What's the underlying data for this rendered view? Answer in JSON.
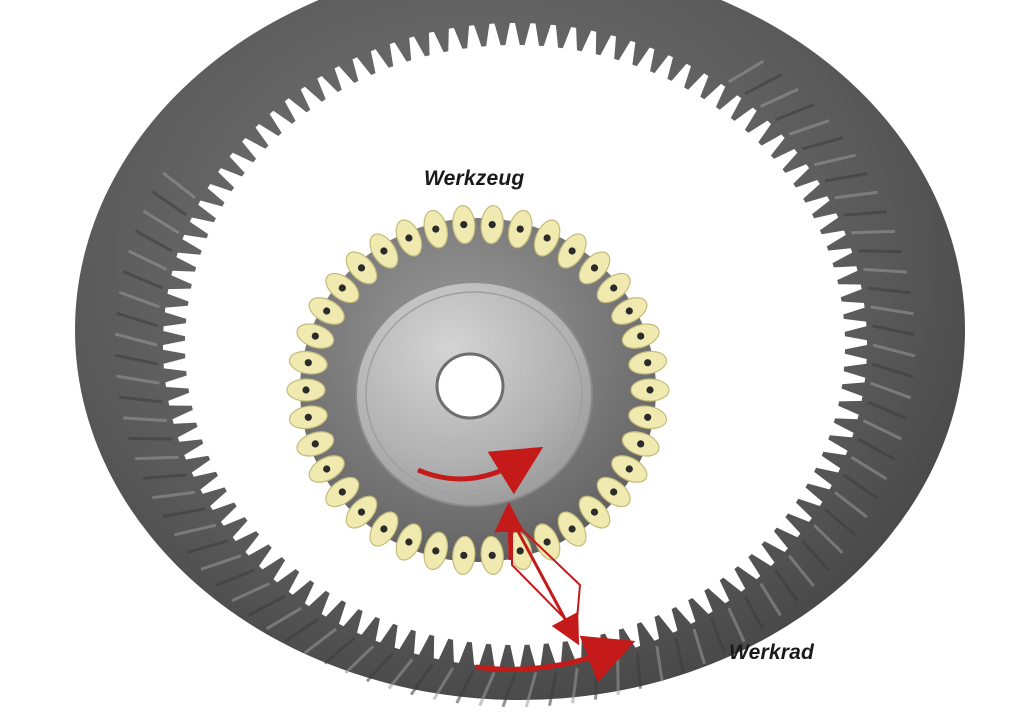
{
  "labels": {
    "tool": "Werkzeug",
    "workpiece": "Werkrad"
  },
  "components": {
    "ring_gear": {
      "name": "ring-gear",
      "teeth": 108
    },
    "cutter": {
      "name": "skiving-cutter",
      "inserts": 38
    }
  },
  "colors": {
    "ring_face": "#575757",
    "ring_dark": "#3c3c3c",
    "ring_light": "#9a9a9a",
    "insert": "#f1eab0",
    "insert_edge": "#c4bb7a",
    "screw": "#2b2b2b",
    "hub": "#b9b9b9",
    "arrow": "#c41a1a"
  },
  "icons": {
    "tool_rotation": "curved-arrow-icon",
    "wheel_rotation": "curved-arrow-icon",
    "feed_motion": "double-arrow-icon"
  }
}
